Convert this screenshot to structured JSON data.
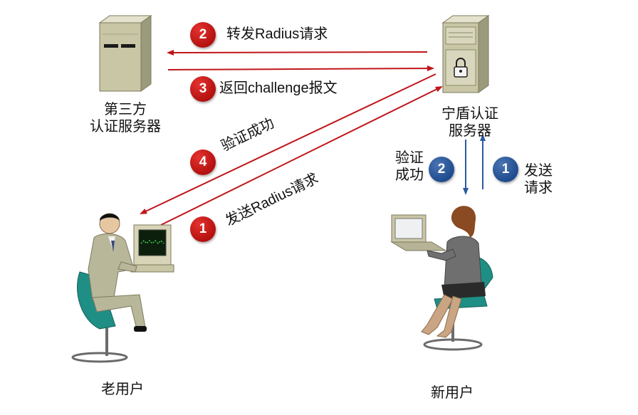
{
  "nodes": {
    "third_party_server_label": "第三方\n认证服务器",
    "ningdun_server_label": "宁盾认证\n服务器",
    "old_user_label": "老用户",
    "new_user_label": "新用户"
  },
  "steps": {
    "forward_radius": {
      "number": "2",
      "text": "转发Radius请求"
    },
    "return_challenge": {
      "number": "3",
      "text": "返回challenge报文"
    },
    "verify_success_old": {
      "number": "4",
      "text": "验证成功"
    },
    "send_radius": {
      "number": "1",
      "text": "发送Radius请求"
    },
    "verify_success_new": {
      "number": "2",
      "text": "验证\n成功"
    },
    "send_request_new": {
      "number": "1",
      "text": "发送\n请求"
    }
  },
  "colors": {
    "red_arrow": "#c0161a",
    "blue_arrow": "#2a5aa0",
    "red_badge": "#c0161a",
    "blue_badge": "#1f4c8f",
    "server_body": "#c9c6a6",
    "chair": "#1f8f85"
  }
}
